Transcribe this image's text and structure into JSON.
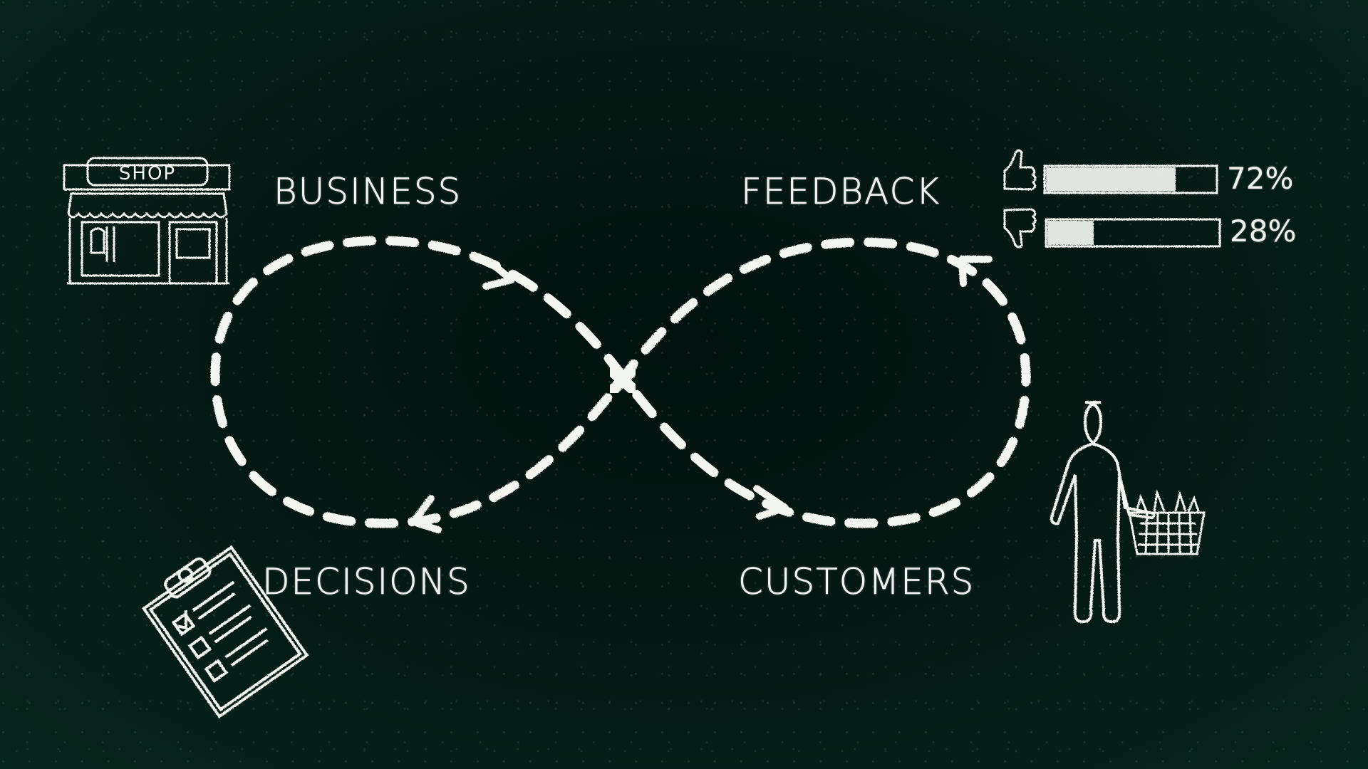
{
  "diagram": {
    "type": "infinity-loop",
    "labels": {
      "business": "BUSINESS",
      "feedback": "FEEDBACK",
      "decisions": "DECISIONS",
      "customers": "CUSTOMERS"
    },
    "shop_sign": "SHOP",
    "feedback_bars": [
      {
        "icon": "thumbs-up-icon",
        "percent": 72,
        "label": "72%"
      },
      {
        "icon": "thumbs-down-icon",
        "percent": 28,
        "label": "28%"
      }
    ],
    "flow": [
      "BUSINESS",
      "FEEDBACK... via CUSTOMERS",
      "DECISIONS"
    ],
    "colors": {
      "background": "#041a14",
      "chalk": "#f4f6f2"
    }
  }
}
